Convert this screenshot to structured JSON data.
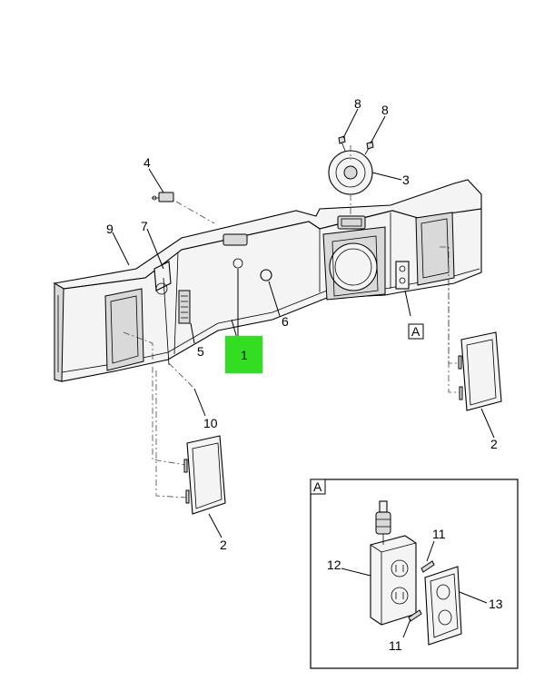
{
  "callouts": {
    "c1": "1",
    "c2a": "2",
    "c2b": "2",
    "c3": "3",
    "c4": "4",
    "c5": "5",
    "c6": "6",
    "c7": "7",
    "c8a": "8",
    "c8b": "8",
    "c9": "9",
    "c10": "10",
    "c11a": "11",
    "c11b": "11",
    "c12": "12",
    "c13": "13"
  },
  "detail": {
    "ref_label": "A",
    "inset_label": "A"
  },
  "colors": {
    "highlight": "#33dd22",
    "line": "#000000"
  }
}
